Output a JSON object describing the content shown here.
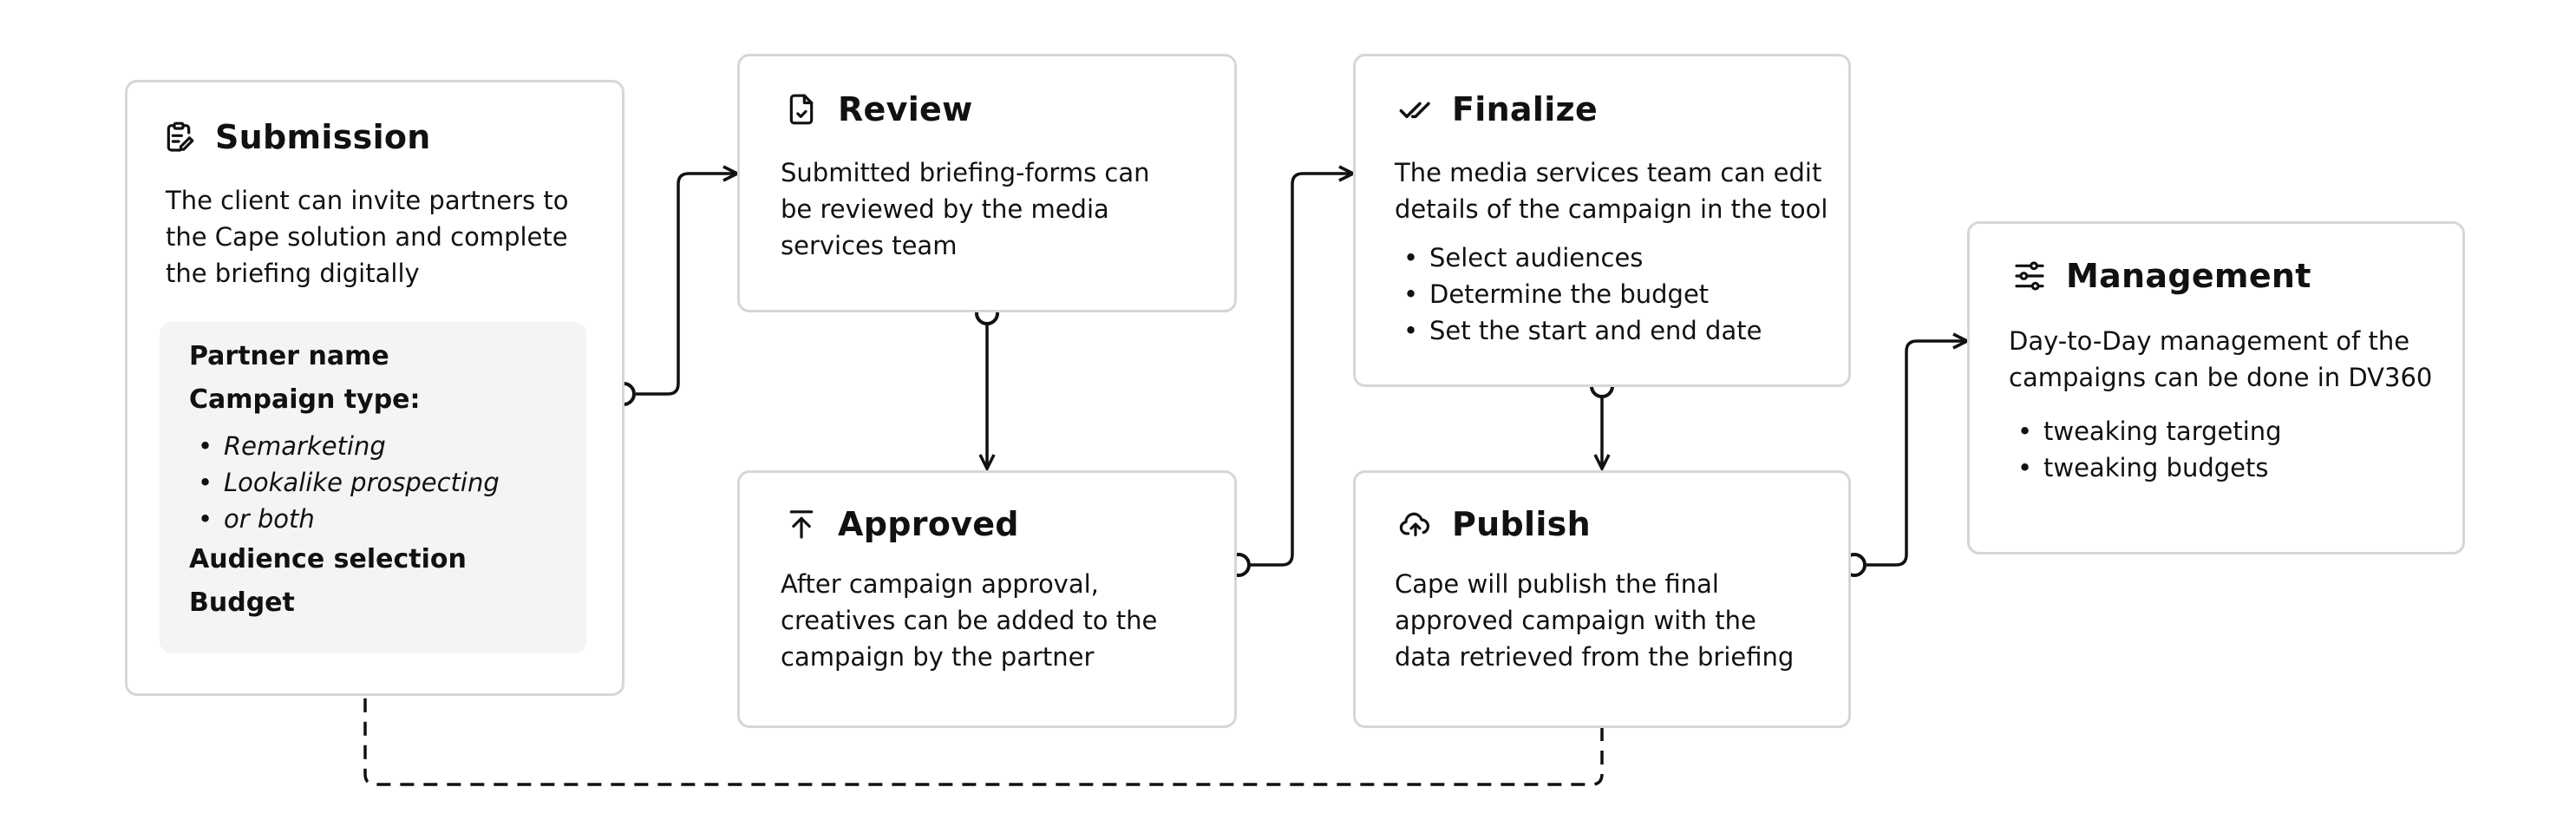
{
  "steps": {
    "submission": {
      "title": "Submission",
      "icon": "clipboard-edit-icon",
      "description": [
        "The client can invite partners to",
        "the Cape solution and complete",
        "the briefing digitally"
      ],
      "fields": {
        "partner_name": "Partner name",
        "campaign_type": "Campaign type:",
        "campaign_type_options": [
          "Remarketing",
          "Lookalike prospecting",
          "or both"
        ],
        "audience_selection": "Audience selection",
        "budget": "Budget"
      }
    },
    "review": {
      "title": "Review",
      "icon": "document-check-icon",
      "description": [
        "Submitted briefing-forms can",
        "be reviewed by the media",
        "services team"
      ]
    },
    "approved": {
      "title": "Approved",
      "icon": "upload-arrow-icon",
      "description": [
        "After campaign approval,",
        "creatives can be added to the",
        "campaign by the partner"
      ]
    },
    "finalize": {
      "title": "Finalize",
      "icon": "double-check-icon",
      "description": [
        "The media services team can edit",
        "details of the campaign in the tool"
      ],
      "bullets": [
        "Select audiences",
        "Determine the budget",
        "Set the start and end date"
      ]
    },
    "publish": {
      "title": "Publish",
      "icon": "cloud-upload-icon",
      "description": [
        "Cape will publish the final",
        "approved campaign with the",
        "data retrieved from the briefing"
      ]
    },
    "management": {
      "title": "Management",
      "icon": "sliders-icon",
      "description": [
        "Day-to-Day management of the",
        "campaigns can be done in DV360"
      ],
      "bullets": [
        "tweaking targeting",
        "tweaking budgets"
      ]
    }
  },
  "colors": {
    "card_border": "#d6d6d6",
    "field_bg": "#f4f4f4",
    "line": "#111111"
  }
}
